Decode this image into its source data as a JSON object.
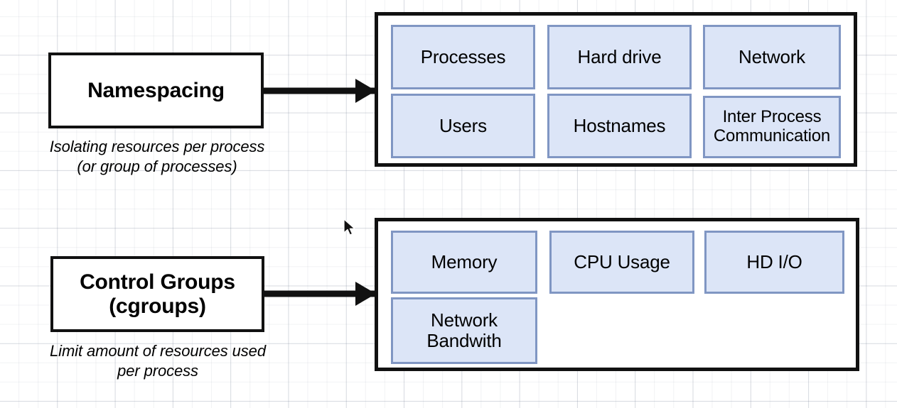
{
  "diagram": {
    "background": "#ffffff",
    "grid_color": "#e9ecf2",
    "box_border_color": "#111111",
    "cell_fill_color": "#dce5f7",
    "cell_border_color": "#8096c3",
    "concepts": [
      {
        "title": "Namespacing",
        "caption": "Isolating resources per process (or group of processes)"
      },
      {
        "title": "Control Groups (cgroups)",
        "caption": "Limit amount of resources used per process"
      }
    ],
    "panels": [
      {
        "name": "namespacing-resources",
        "cells": [
          "Processes",
          "Hard drive",
          "Network",
          "Users",
          "Hostnames",
          "Inter Process Communication"
        ]
      },
      {
        "name": "cgroups-resources",
        "cells": [
          "Memory",
          "CPU Usage",
          "HD I/O",
          "Network Bandwith"
        ]
      }
    ]
  }
}
